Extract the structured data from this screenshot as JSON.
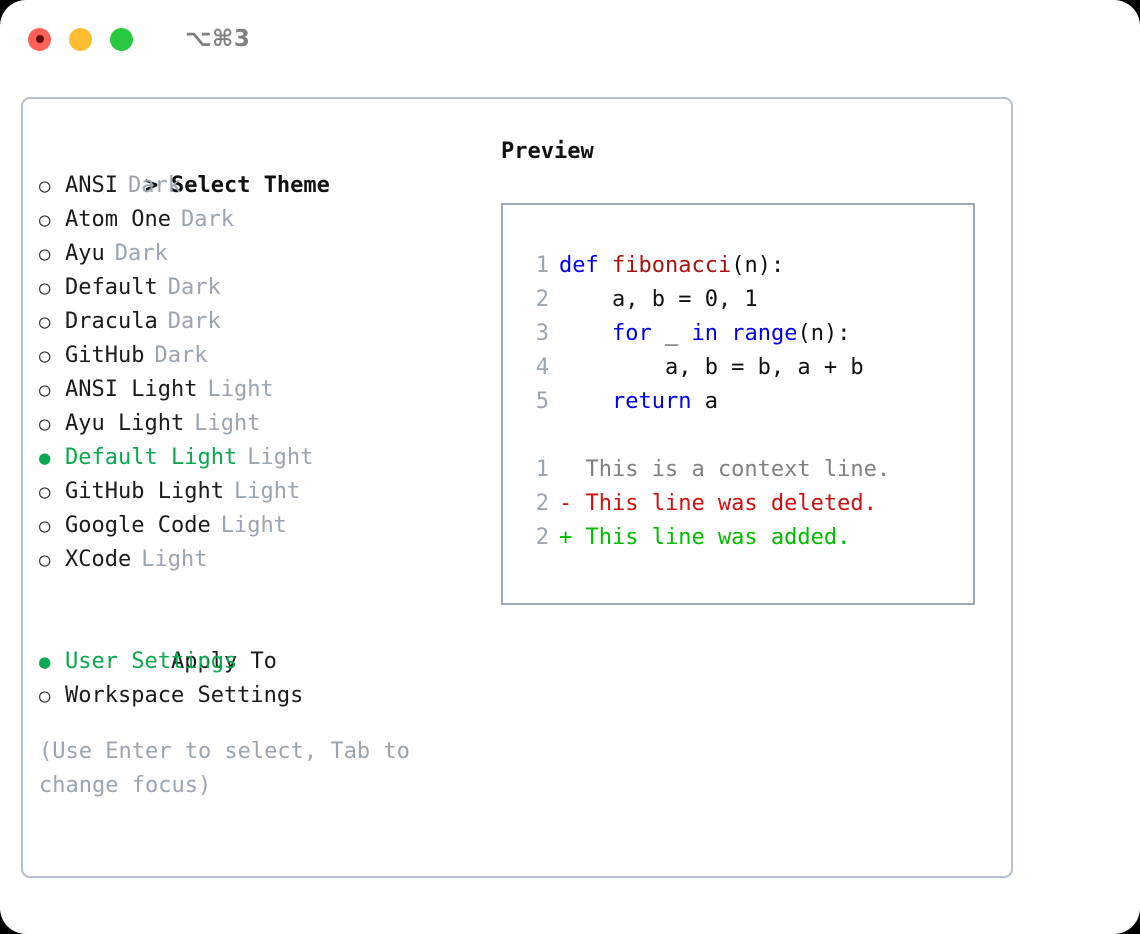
{
  "titlebar": {
    "shortcut": "⌥⌘3",
    "lights": [
      {
        "name": "close",
        "color": "#ff5f57"
      },
      {
        "name": "minimize",
        "color": "#febc2e"
      },
      {
        "name": "maximize",
        "color": "#28c840"
      }
    ]
  },
  "theme_picker": {
    "header": "Select Theme",
    "caret": ">",
    "radio_off": "○",
    "radio_on": "●",
    "selection_color": "#0aa84f",
    "tag_color": "#9aa5b1",
    "items": [
      {
        "name": "ANSI",
        "tag": "Dark",
        "selected": false
      },
      {
        "name": "Atom One",
        "tag": "Dark",
        "selected": false
      },
      {
        "name": "Ayu",
        "tag": "Dark",
        "selected": false
      },
      {
        "name": "Default",
        "tag": "Dark",
        "selected": false
      },
      {
        "name": "Dracula",
        "tag": "Dark",
        "selected": false
      },
      {
        "name": "GitHub",
        "tag": "Dark",
        "selected": false
      },
      {
        "name": "ANSI Light",
        "tag": "Light",
        "selected": false
      },
      {
        "name": "Ayu Light",
        "tag": "Light",
        "selected": false
      },
      {
        "name": "Default Light",
        "tag": "Light",
        "selected": true
      },
      {
        "name": "GitHub Light",
        "tag": "Light",
        "selected": false
      },
      {
        "name": "Google Code",
        "tag": "Light",
        "selected": false
      },
      {
        "name": "XCode",
        "tag": "Light",
        "selected": false
      }
    ]
  },
  "apply_to": {
    "header": "Apply To",
    "options": [
      {
        "label": "User Settings",
        "selected": true
      },
      {
        "label": "Workspace Settings",
        "selected": false
      }
    ]
  },
  "hint": "(Use Enter to select, Tab to change focus)",
  "preview": {
    "label": "Preview",
    "border_color": "#9aa7b4",
    "code_lines": [
      {
        "number": "1",
        "tokens": [
          {
            "text": "def ",
            "kind": "kw"
          },
          {
            "text": "fibonacci",
            "kind": "fn"
          },
          {
            "text": "(n):",
            "kind": "plain"
          }
        ]
      },
      {
        "number": "2",
        "tokens": [
          {
            "text": "    a, b = 0, 1",
            "kind": "plain"
          }
        ]
      },
      {
        "number": "3",
        "tokens": [
          {
            "text": "    ",
            "kind": "plain"
          },
          {
            "text": "for",
            "kind": "kw"
          },
          {
            "text": " _ ",
            "kind": "plain"
          },
          {
            "text": "in",
            "kind": "kw"
          },
          {
            "text": " ",
            "kind": "plain"
          },
          {
            "text": "range",
            "kind": "kw"
          },
          {
            "text": "(n):",
            "kind": "plain"
          }
        ]
      },
      {
        "number": "4",
        "tokens": [
          {
            "text": "        a, b = b, a + b",
            "kind": "plain"
          }
        ]
      },
      {
        "number": "5",
        "tokens": [
          {
            "text": "    ",
            "kind": "plain"
          },
          {
            "text": "return",
            "kind": "kw"
          },
          {
            "text": " a",
            "kind": "plain"
          }
        ]
      }
    ],
    "diff_lines": [
      {
        "number": "1",
        "tokens": [
          {
            "text": "  This is a context line.",
            "kind": "ctx"
          }
        ]
      },
      {
        "number": "2",
        "tokens": [
          {
            "text": "- This line was deleted.",
            "kind": "del"
          }
        ]
      },
      {
        "number": "2",
        "tokens": [
          {
            "text": "+ This line was added.",
            "kind": "add"
          }
        ]
      }
    ]
  }
}
